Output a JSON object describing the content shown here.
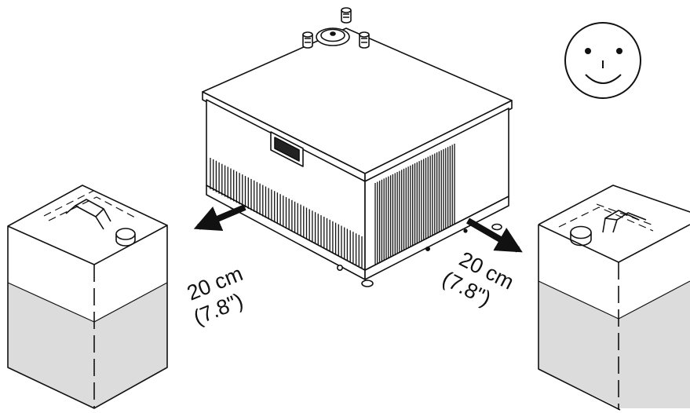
{
  "left_clearance": {
    "distance": "20 cm",
    "imperial": "(7.8\")"
  },
  "right_clearance": {
    "distance": "20 cm",
    "imperial": "(7.8\")"
  },
  "icons": {
    "status": "smiley-face-icon",
    "left_container": "canister-icon",
    "right_container": "canister-icon",
    "arrows": "arrow-icon"
  },
  "colors": {
    "outline": "#111111",
    "liquid": "#dcdcdc",
    "background": "#ffffff"
  }
}
